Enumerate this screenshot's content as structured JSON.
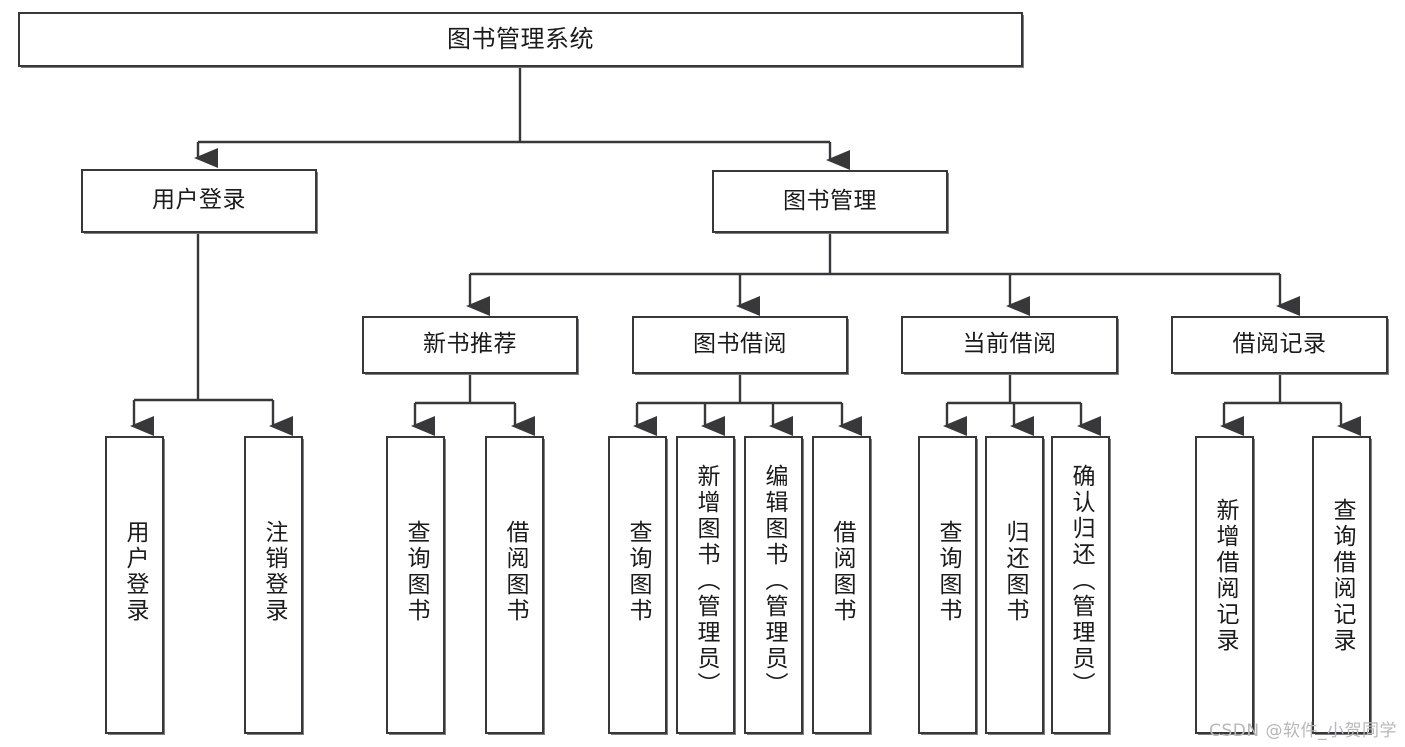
{
  "diagram": {
    "type": "tree",
    "title": "图书管理系统",
    "background_color": "#ffffff",
    "border_color": "#38383a",
    "text_color": "#1b1b1b",
    "watermark": "CSDN @软件_小贺同学"
  },
  "nodes": {
    "root": {
      "label": "图书管理系统"
    },
    "level2": [
      {
        "label": "用户登录"
      },
      {
        "label": "图书管理"
      }
    ],
    "level3": [
      {
        "label": "新书推荐"
      },
      {
        "label": "图书借阅"
      },
      {
        "label": "当前借阅"
      },
      {
        "label": "借阅记录"
      }
    ],
    "leaves": {
      "user_login": [
        {
          "label": "用户登录"
        },
        {
          "label": "注销登录"
        }
      ],
      "new_book": [
        {
          "label": "查询图书"
        },
        {
          "label": "借阅图书"
        }
      ],
      "book_borrow": [
        {
          "label": "查询图书"
        },
        {
          "label": "新增图书（管理员）"
        },
        {
          "label": "编辑图书（管理员）"
        },
        {
          "label": "借阅图书"
        }
      ],
      "current_borrow": [
        {
          "label": "查询图书"
        },
        {
          "label": "归还图书"
        },
        {
          "label": "确认归还（管理员）"
        }
      ],
      "borrow_record": [
        {
          "label": "新增借阅记录"
        },
        {
          "label": "查询借阅记录"
        }
      ]
    }
  }
}
